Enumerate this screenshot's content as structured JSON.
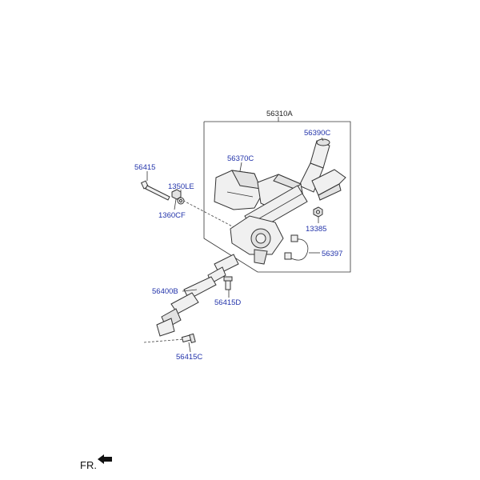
{
  "labels": {
    "assembly": "56310A",
    "upper_shaft": "56390C",
    "cover": "56370C",
    "bolt_main": "56415",
    "nut": "1350LE",
    "washer": "1360CF",
    "nut_small": "13385",
    "harness": "56397",
    "intermediate_shaft": "56400B",
    "bolt_d": "56415D",
    "bolt_c": "56415C"
  },
  "direction": "FR.",
  "colors": {
    "part_label": "#2233aa",
    "assembly_label": "#222222"
  }
}
